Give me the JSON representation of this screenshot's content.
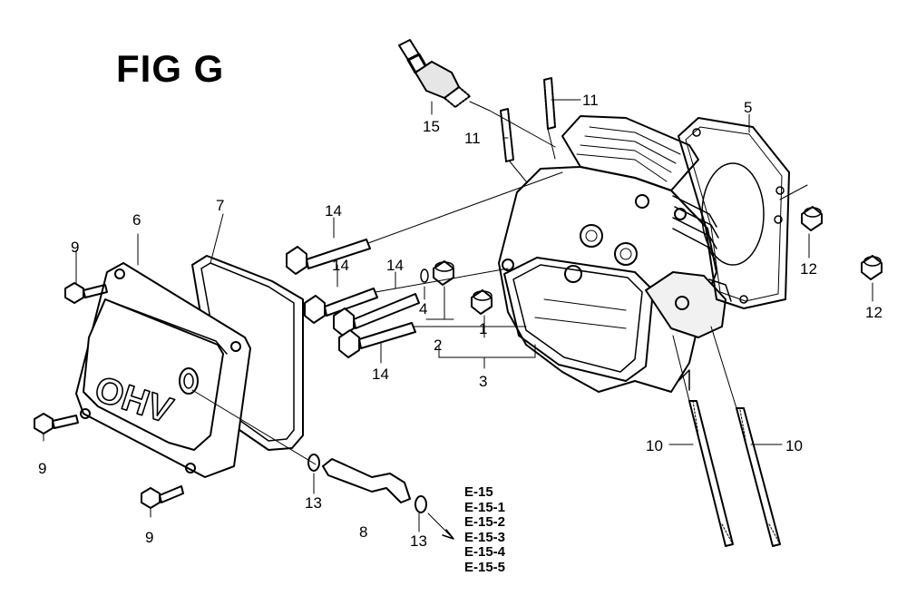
{
  "figure": {
    "title": "FIG G",
    "cover_emboss": "OHV"
  },
  "callouts": [
    "15",
    "11",
    "11",
    "5",
    "14",
    "14",
    "14",
    "14",
    "6",
    "7",
    "9",
    "9",
    "9",
    "4",
    "2",
    "1",
    "3",
    "12",
    "12",
    "10",
    "10",
    "13",
    "13",
    "8"
  ],
  "references": [
    "E-15",
    "E-15-1",
    "E-15-2",
    "E-15-3",
    "E-15-4",
    "E-15-5"
  ],
  "colors": {
    "ink": "#000000",
    "paper": "#ffffff",
    "shade": "#bfbfbf"
  }
}
